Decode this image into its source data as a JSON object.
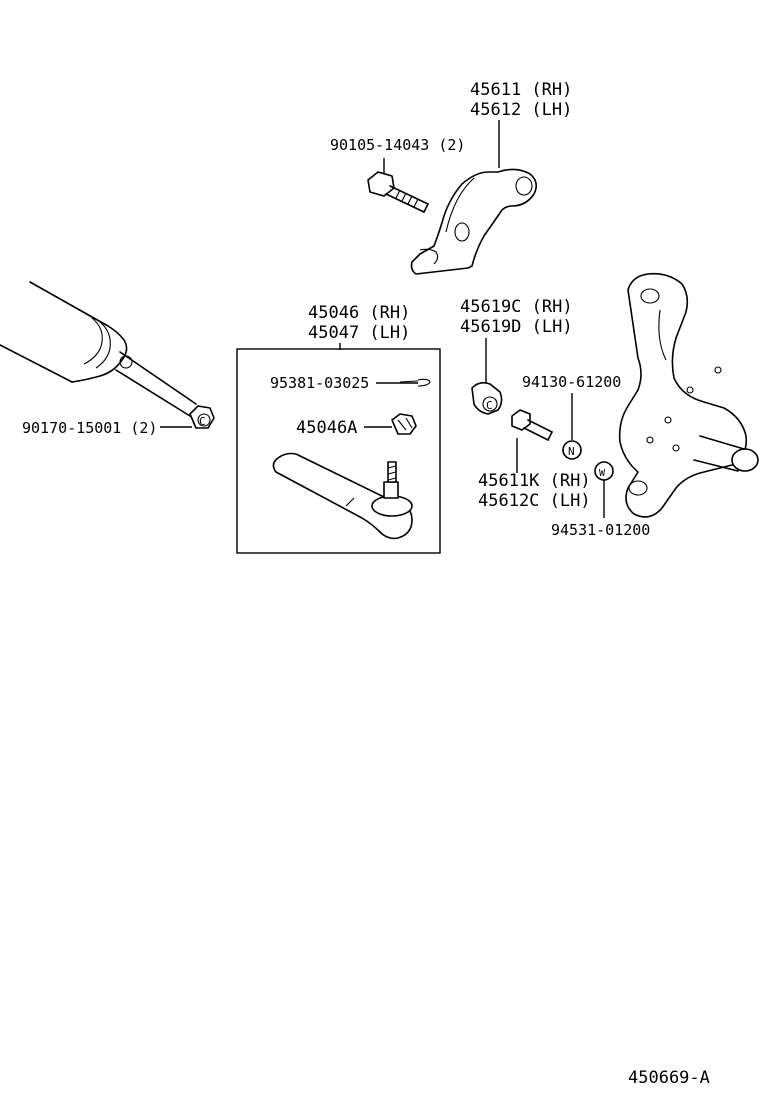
{
  "diagram": {
    "callouts": {
      "idler_arm_bracket_rh": "45611 (RH)",
      "idler_arm_bracket_lh": "45612 (LH)",
      "bracket_bolt": "90105-14043 (2)",
      "tie_rod_end_rh": "45046 (RH)",
      "tie_rod_end_lh": "45047 (LH)",
      "cotter_pin": "95381-03025",
      "castle_nut": "45046A",
      "rack_nut": "90170-15001 (2)",
      "bushing_rh": "45619C (RH)",
      "bushing_lh": "45619D (LH)",
      "nut": "94130-61200",
      "bolt_rh": "45611K (RH)",
      "bolt_lh": "45612C (LH)",
      "washer": "94531-01200",
      "figure_code": "450669-A"
    },
    "symbols": {
      "nut_letter": "N",
      "washer_letter": "W",
      "bushing_letter": "C",
      "rack_nut_letter": "C"
    }
  }
}
